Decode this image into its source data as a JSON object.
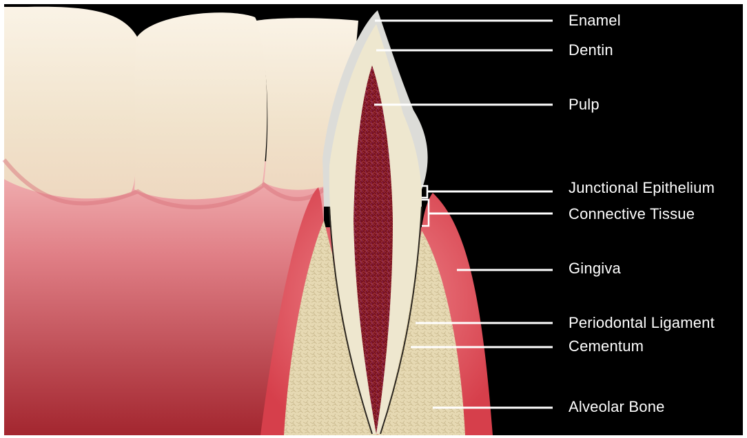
{
  "colors": {
    "background": "#000000",
    "frame": "#ffffff",
    "enamel": "#dcdcd8",
    "dentin": "#eee7cf",
    "pulp": "#7e1420",
    "gingiva": "#e25a62",
    "bone": "#e8dcb6",
    "label_text": "#ffffff",
    "leader_line": "#ffffff"
  },
  "labels": [
    {
      "id": "enamel",
      "text": "Enamel"
    },
    {
      "id": "dentin",
      "text": "Dentin"
    },
    {
      "id": "pulp",
      "text": "Pulp"
    },
    {
      "id": "junctional-epithelium",
      "text": "Junctional Epithelium"
    },
    {
      "id": "connective-tissue",
      "text": "Connective Tissue"
    },
    {
      "id": "gingiva",
      "text": "Gingiva"
    },
    {
      "id": "periodontal-ligament",
      "text": "Periodontal Ligament"
    },
    {
      "id": "cementum",
      "text": "Cementum"
    },
    {
      "id": "alveolar-bone",
      "text": "Alveolar Bone"
    }
  ]
}
